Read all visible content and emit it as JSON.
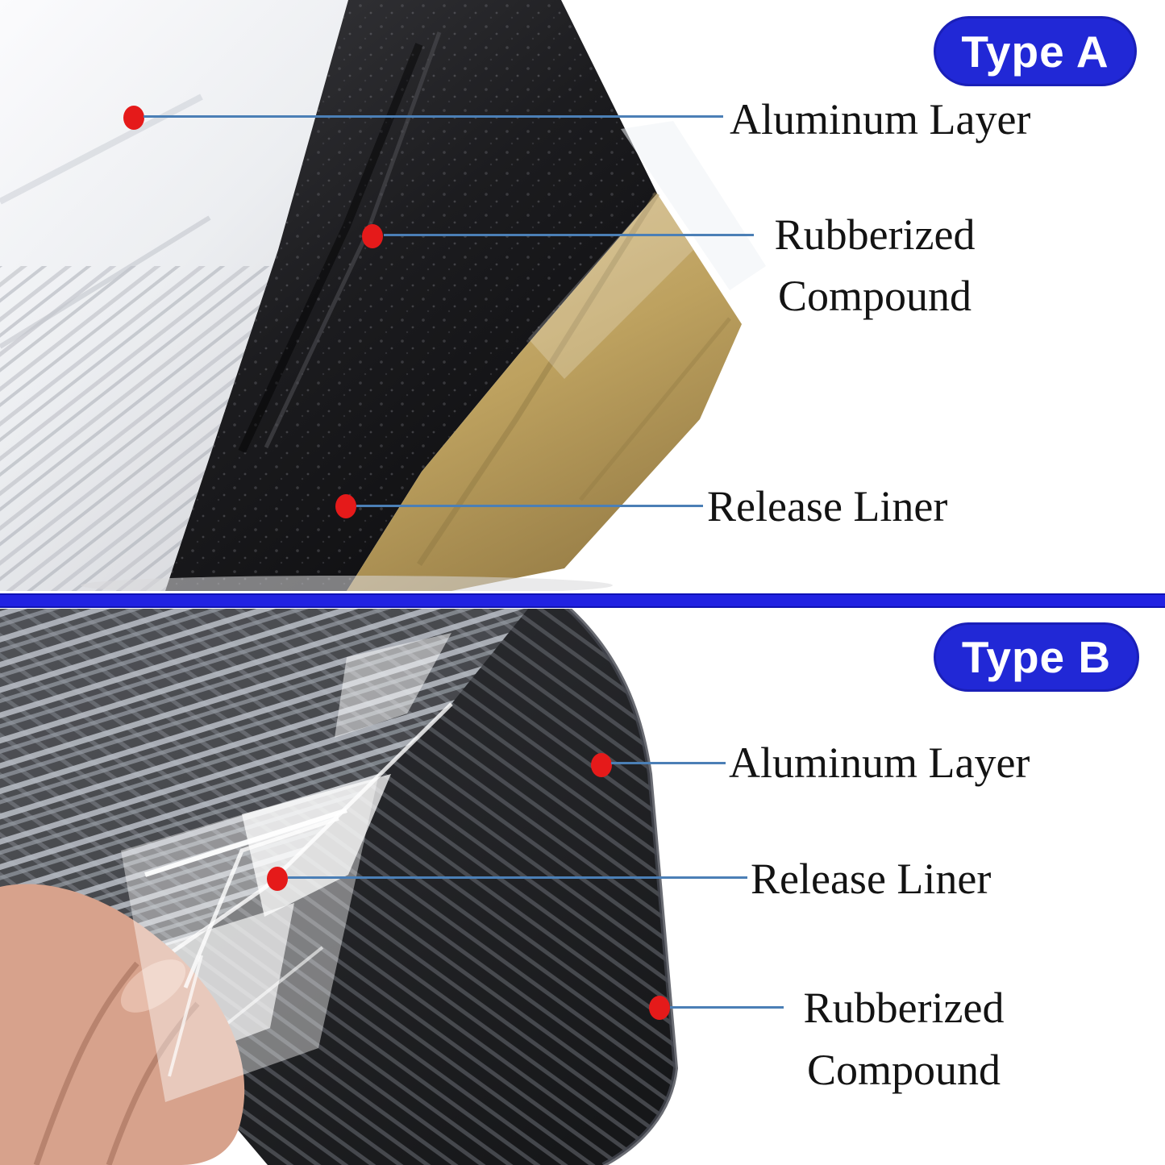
{
  "colors": {
    "badge_blue": "#2128d6",
    "divider_blue": "#2122e2",
    "leader_line_blue": "#4b7fb6",
    "callout_dot_red": "#e51a1a",
    "label_text": "#131313",
    "release_liner_tan": "#c0a469",
    "aluminum_silver": "#eef0f3",
    "rubber_black": "#1a1a1d"
  },
  "sections": {
    "type_a": {
      "badge_label": "Type A",
      "labels": {
        "aluminum": "Aluminum Layer",
        "rubberized_line1": "Rubberized",
        "rubberized_line2": "Compound",
        "release": "Release Liner"
      }
    },
    "type_b": {
      "badge_label": "Type B",
      "labels": {
        "aluminum": "Aluminum Layer",
        "release": "Release Liner",
        "rubberized_line1": "Rubberized",
        "rubberized_line2": "Compound"
      }
    }
  }
}
